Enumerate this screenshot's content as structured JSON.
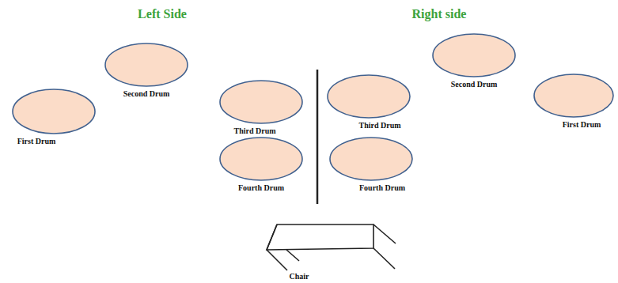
{
  "diagram": {
    "nodes": [
      {
        "text": [
          "First Drum"
        ]
      },
      {
        "text": [
          "Second Drum"
        ]
      },
      {
        "text": [
          "Third Drum"
        ]
      },
      {
        "text": [
          "Fourth Drum"
        ]
      },
      {
        "text": [
          "Third Drum"
        ]
      },
      {
        "text": [
          "Fourth Drum"
        ]
      },
      {
        "text": [
          "Second Drum"
        ]
      },
      {
        "text": [
          "First Drum"
        ]
      }
    ],
    "labels": [
      "Left Side",
      "Right side",
      "Chair"
    ]
  }
}
